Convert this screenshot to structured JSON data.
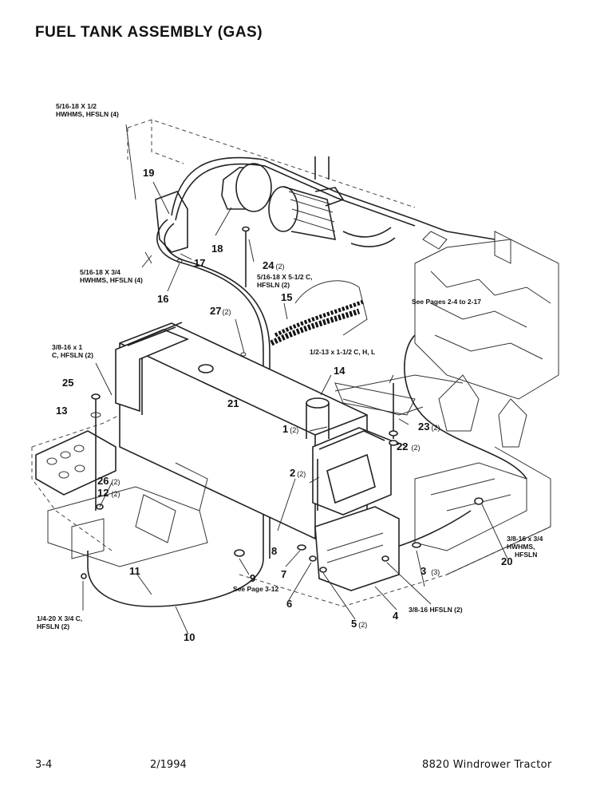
{
  "title": "FUEL TANK ASSEMBLY (GAS)",
  "footer": {
    "page": "3-4",
    "date": "2/1994",
    "model": "8820 Windrower Tractor"
  },
  "callouts": [
    {
      "id": "c19",
      "num": "19",
      "qty": ""
    },
    {
      "id": "c18",
      "num": "18",
      "qty": ""
    },
    {
      "id": "c17",
      "num": "17",
      "qty": ""
    },
    {
      "id": "c16",
      "num": "16",
      "qty": ""
    },
    {
      "id": "c24",
      "num": "24",
      "qty": "(2)"
    },
    {
      "id": "c15",
      "num": "15",
      "qty": ""
    },
    {
      "id": "c27",
      "num": "27",
      "qty": "(2)"
    },
    {
      "id": "c14",
      "num": "14",
      "qty": ""
    },
    {
      "id": "c25",
      "num": "25",
      "qty": ""
    },
    {
      "id": "c21",
      "num": "21",
      "qty": ""
    },
    {
      "id": "c13",
      "num": "13",
      "qty": ""
    },
    {
      "id": "c1",
      "num": "1",
      "qty": "(2)"
    },
    {
      "id": "c23",
      "num": "23",
      "qty": "(2)"
    },
    {
      "id": "c22",
      "num": "22",
      "qty": "(2)"
    },
    {
      "id": "c2",
      "num": "2",
      "qty": "(2)"
    },
    {
      "id": "c26",
      "num": "26",
      "qty": "(2)"
    },
    {
      "id": "c12",
      "num": "12",
      "qty": "(2)"
    },
    {
      "id": "c8",
      "num": "8",
      "qty": ""
    },
    {
      "id": "c3",
      "num": "3",
      "qty": "(3)"
    },
    {
      "id": "c11",
      "num": "11",
      "qty": ""
    },
    {
      "id": "c9",
      "num": "9",
      "qty": ""
    },
    {
      "id": "c7",
      "num": "7",
      "qty": ""
    },
    {
      "id": "c6",
      "num": "6",
      "qty": ""
    },
    {
      "id": "c20",
      "num": "20",
      "qty": ""
    },
    {
      "id": "c4",
      "num": "4",
      "qty": ""
    },
    {
      "id": "c5",
      "num": "5",
      "qty": "(2)"
    },
    {
      "id": "c10",
      "num": "10",
      "qty": ""
    }
  ],
  "notes": {
    "n1": [
      "5/16-18 X 1/2",
      "HWHMS, HFSLN (4)"
    ],
    "n2": [
      "5/16-18 X 3/4",
      "HWHMS, HFSLN (4)"
    ],
    "n3": [
      "5/16-18 X 5-1/2 C,",
      "HFSLN (2)"
    ],
    "n4": [
      "See Pages 2-4 to 2-17"
    ],
    "n5": [
      "3/8-16 x 1",
      "C, HFSLN (2)"
    ],
    "n6": [
      "1/2-13 x 1-1/2 C, H, L"
    ],
    "n7": [
      "3/8-16 x 3/4",
      "HWHMS,",
      "HFSLN"
    ],
    "n8": [
      "See Page 3-12"
    ],
    "n9": [
      "3/8-16 HFSLN (2)"
    ],
    "n10": [
      "1/4-20 X 3/4 C,",
      "HFSLN (2)"
    ]
  }
}
